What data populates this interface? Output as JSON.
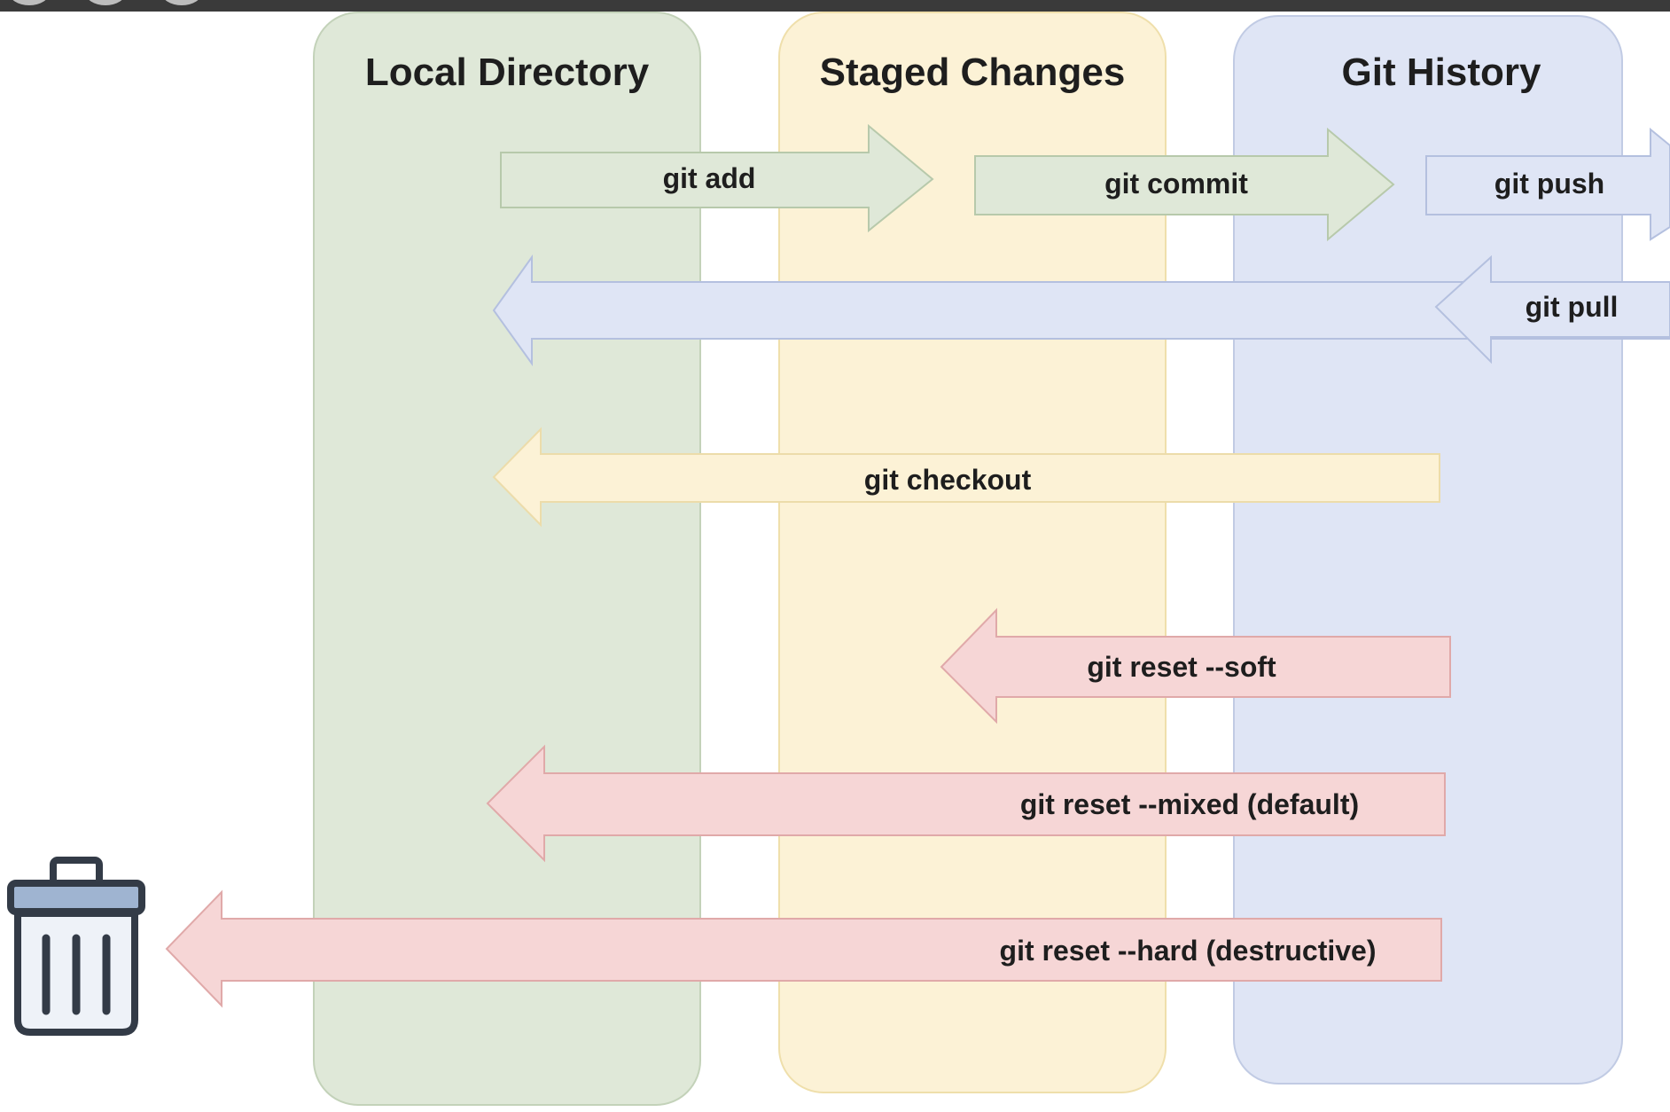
{
  "lanes": {
    "local": {
      "title": "Local Directory",
      "fill": "#dfe8d8",
      "stroke": "#c3d2b9"
    },
    "staged": {
      "title": "Staged Changes",
      "fill": "#fcf2d6",
      "stroke": "#efdfab"
    },
    "history": {
      "title": "Git History",
      "fill": "#dfe5f5",
      "stroke": "#c1cbe4"
    }
  },
  "arrows": {
    "add": {
      "label": "git add",
      "fill": "#dfe8d8",
      "stroke": "#b7c9ab"
    },
    "commit": {
      "label": "git commit",
      "fill": "#dfe8d8",
      "stroke": "#b7c9ab"
    },
    "push": {
      "label": "git push",
      "fill": "#dfe5f5",
      "stroke": "#b4c0df"
    },
    "pull": {
      "label": "git pull",
      "fill": "#dfe5f5",
      "stroke": "#b4c0df"
    },
    "checkout": {
      "label": "git checkout",
      "fill": "#fcf2d6",
      "stroke": "#ecdcaa"
    },
    "reset_soft": {
      "label": "git reset --soft",
      "fill": "#f6d6d6",
      "stroke": "#e0a9a9"
    },
    "reset_mixed": {
      "label": "git reset --mixed (default)",
      "fill": "#f6d6d6",
      "stroke": "#e0a9a9"
    },
    "reset_hard": {
      "label": "git reset --hard (destructive)",
      "fill": "#f6d6d6",
      "stroke": "#e0a9a9"
    }
  },
  "icons": {
    "trash": "trash-icon"
  }
}
